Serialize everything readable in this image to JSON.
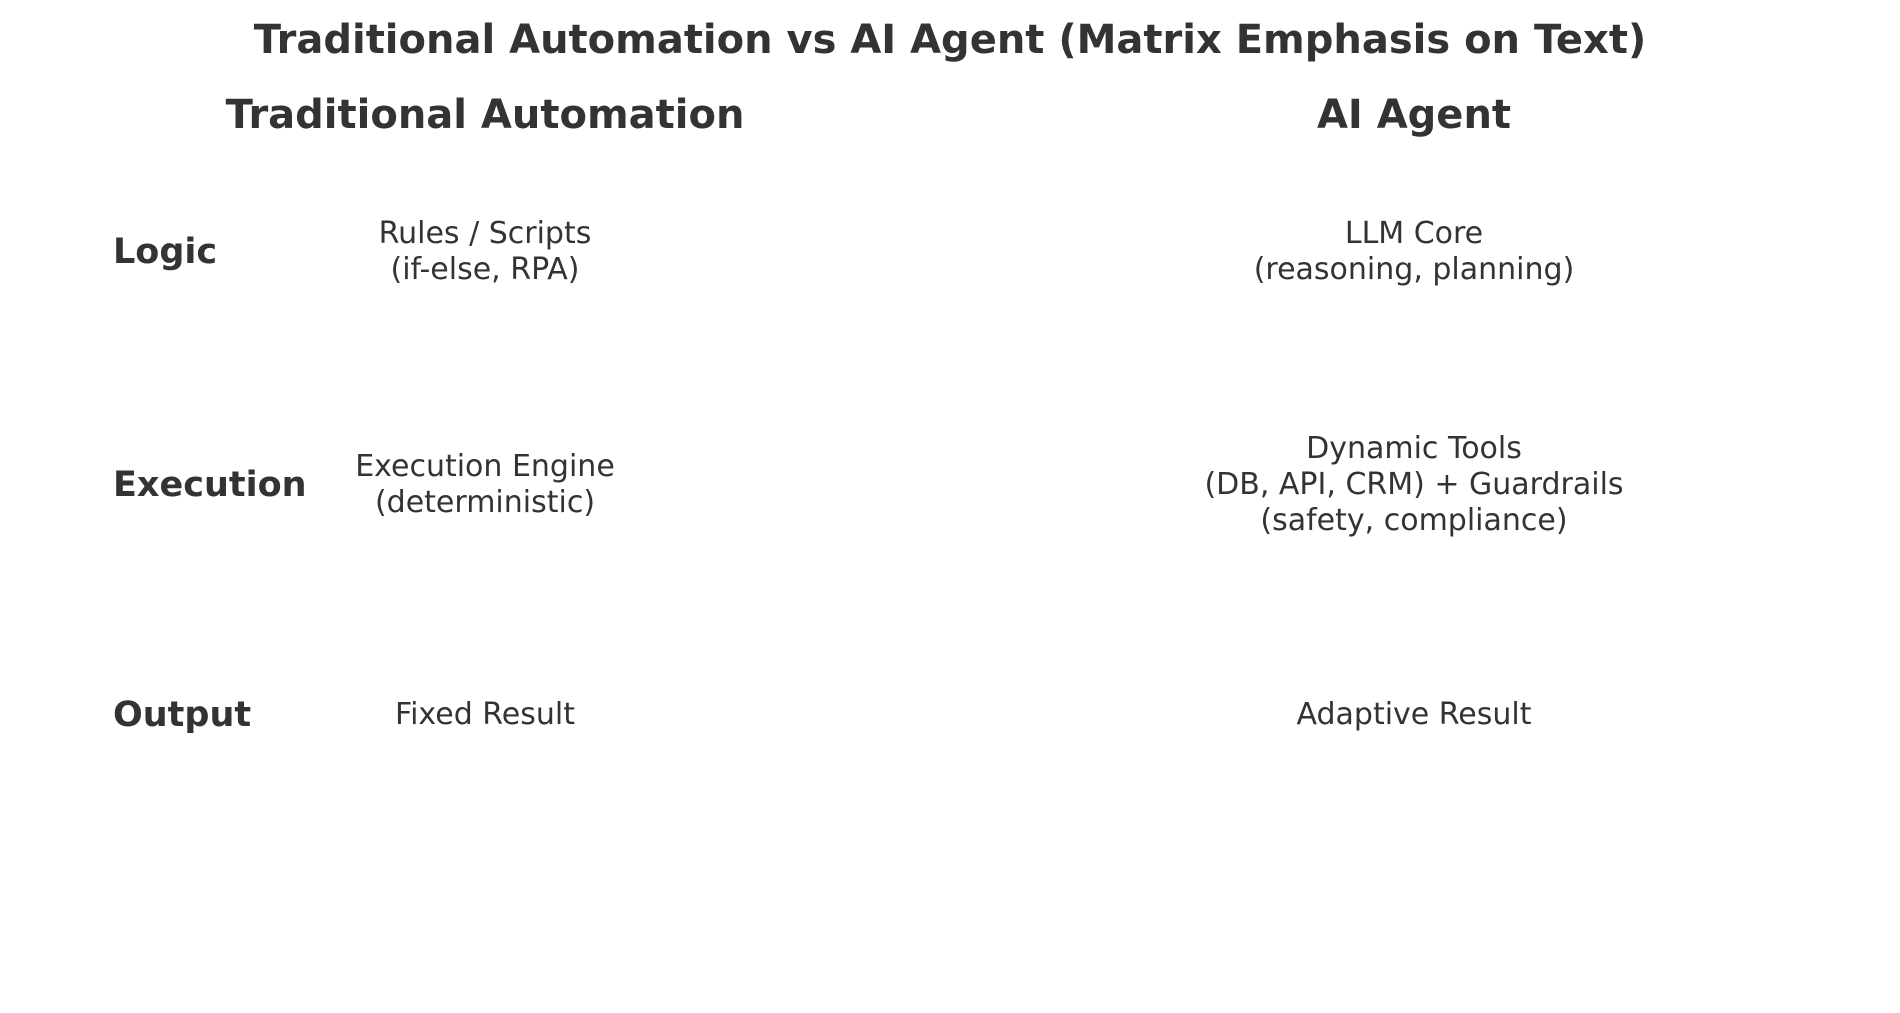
{
  "figure_title": "Traditional Automation vs AI Agent (Matrix Emphasis on Text)",
  "columns": [
    {
      "label": "Traditional Automation"
    },
    {
      "label": "AI Agent"
    }
  ],
  "rows": [
    {
      "label": "Logic",
      "cells": [
        {
          "lines": [
            "Rules / Scripts",
            "(if-else, RPA)"
          ]
        },
        {
          "lines": [
            "LLM Core",
            "(reasoning, planning)"
          ]
        }
      ]
    },
    {
      "label": "Execution",
      "cells": [
        {
          "lines": [
            "Execution Engine",
            "(deterministic)"
          ]
        },
        {
          "lines": [
            "Dynamic Tools",
            "(DB, API, CRM) + Guardrails",
            "(safety, compliance)"
          ]
        }
      ]
    },
    {
      "label": "Output",
      "cells": [
        {
          "lines": [
            "Fixed Result"
          ]
        },
        {
          "lines": [
            "Adaptive Result"
          ]
        }
      ]
    }
  ],
  "colors": {
    "text": "#333333",
    "background": "#ffffff"
  }
}
